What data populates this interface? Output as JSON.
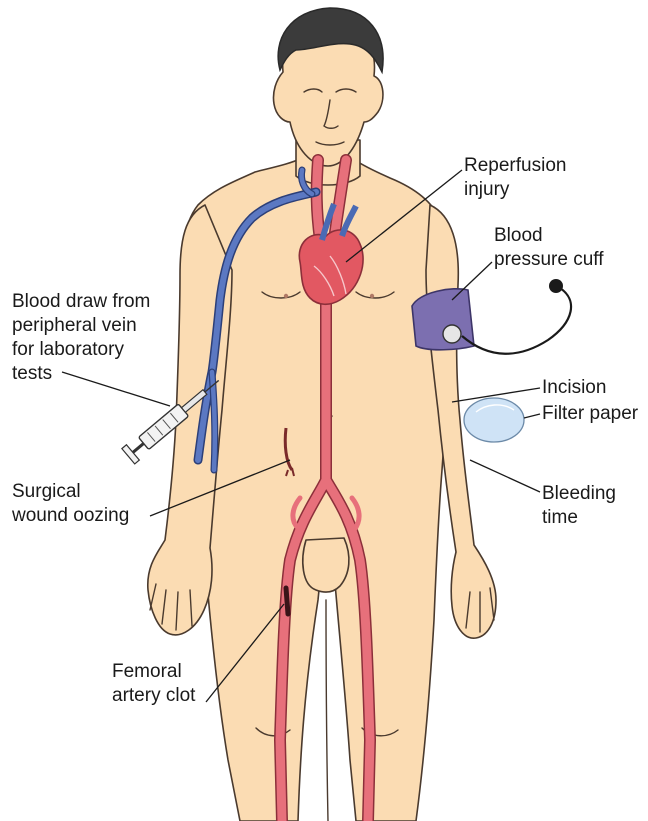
{
  "labels": {
    "reperfusion": [
      "Reperfusion",
      "injury"
    ],
    "bp_cuff": [
      "Blood",
      "pressure cuff"
    ],
    "blood_draw": [
      "Blood draw from",
      "peripheral vein",
      "for laboratory",
      "tests"
    ],
    "incision": [
      "Incision"
    ],
    "filter_paper": [
      "Filter paper"
    ],
    "surgical": [
      "Surgical",
      "wound oozing"
    ],
    "bleeding_time": [
      "Bleeding",
      "time"
    ],
    "femoral": [
      "Femoral",
      "artery clot"
    ]
  },
  "colors": {
    "skin": "#fbdcb3",
    "skin_outline": "#4a3a2e",
    "hair": "#3b3b3b",
    "artery": "#e7707b",
    "heart": "#e25862",
    "vein": "#5b78c2",
    "cuff": "#7c6fb0",
    "filter_paper": "#cfe3f6",
    "leader_line": "#1a1a1a"
  }
}
